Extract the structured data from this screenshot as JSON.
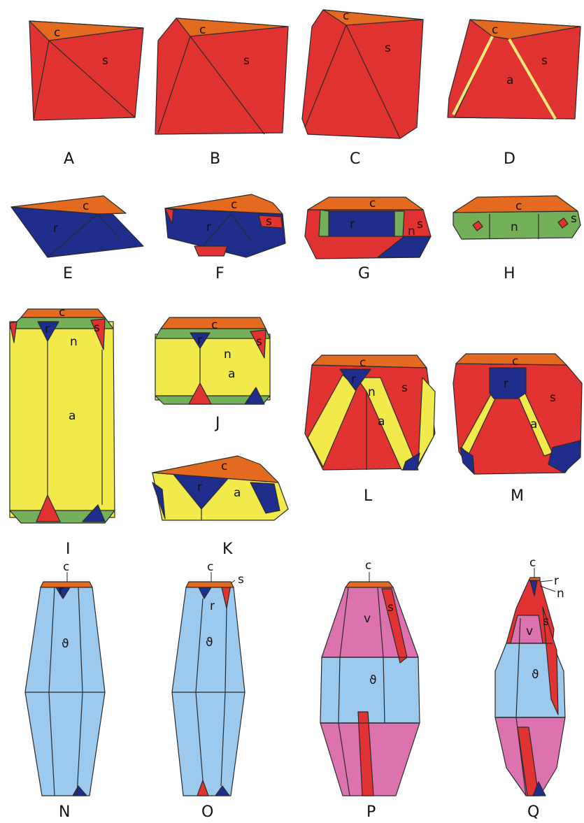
{
  "colors": {
    "c": "#e36a1e",
    "s": "#e13331",
    "r": "#1f2d8c",
    "n": "#74b05a",
    "a": "#f2ea4a",
    "theta": "#9ccaee",
    "v": "#dd72b1",
    "highlight": "#f4ec78"
  },
  "captions": {
    "A": "A",
    "B": "B",
    "C": "C",
    "D": "D",
    "E": "E",
    "F": "F",
    "G": "G",
    "H": "H",
    "I": "I",
    "J": "J",
    "K": "K",
    "L": "L",
    "M": "M",
    "N": "N",
    "O": "O",
    "P": "P",
    "Q": "Q"
  },
  "face_labels": {
    "c": "c",
    "s": "s",
    "a": "a",
    "r": "r",
    "n": "n",
    "theta": "ϑ",
    "v": "v"
  }
}
